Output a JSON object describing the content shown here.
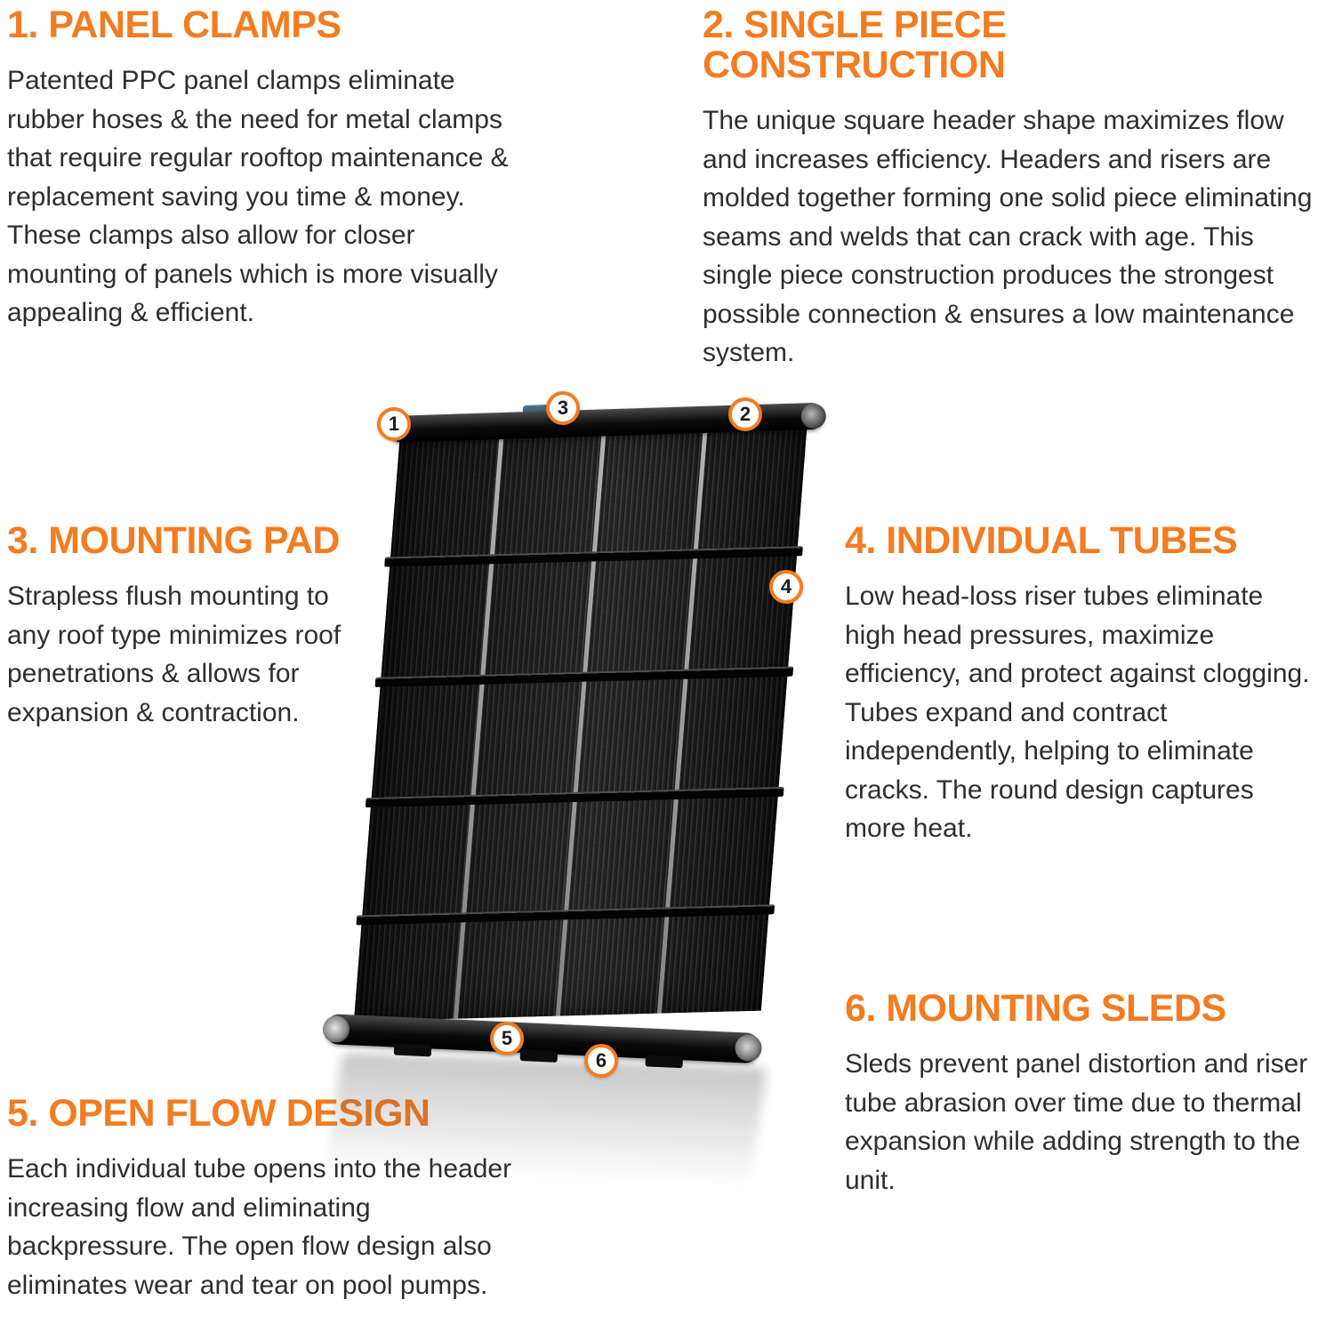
{
  "palette": {
    "accent": "#F47C20",
    "text": "#2E2E2E",
    "background": "#FFFFFF",
    "panel": "#111111"
  },
  "sections": [
    {
      "title": "1. PANEL CLAMPS",
      "body": "Patented PPC panel clamps eliminate rubber hoses & the need for metal clamps that require regular rooftop maintenance & replacement saving you time & money. These clamps also allow for closer mounting of panels which is more visually appealing & efficient."
    },
    {
      "title": "2. SINGLE PIECE CONSTRUCTION",
      "body": "The unique square header shape maximizes flow and increases efficiency. Headers and risers are molded together forming one solid piece eliminating seams and welds that can crack with age. This single piece construction produces the strongest possible connection & ensures a low maintenance system."
    },
    {
      "title": "3. MOUNTING PAD",
      "body": "Strapless flush mounting to any roof type minimizes roof penetrations & allows for expansion & contraction."
    },
    {
      "title": "4. INDIVIDUAL TUBES",
      "body": "Low head-loss riser tubes eliminate high head pressures, maximize efficiency, and protect against clogging. Tubes expand and contract independently, helping to eliminate cracks. The round design captures more heat."
    },
    {
      "title": "5. OPEN FLOW DESIGN",
      "body": "Each individual tube opens into the header increasing flow and eliminating backpressure. The open flow design also eliminates wear and tear on pool pumps."
    },
    {
      "title": "6. MOUNTING SLEDS",
      "body": "Sleds prevent panel distortion and riser tube abrasion over time due to thermal expansion while adding strength to the unit."
    }
  ],
  "callouts": [
    {
      "label": "1"
    },
    {
      "label": "2"
    },
    {
      "label": "3"
    },
    {
      "label": "4"
    },
    {
      "label": "5"
    },
    {
      "label": "6"
    }
  ]
}
